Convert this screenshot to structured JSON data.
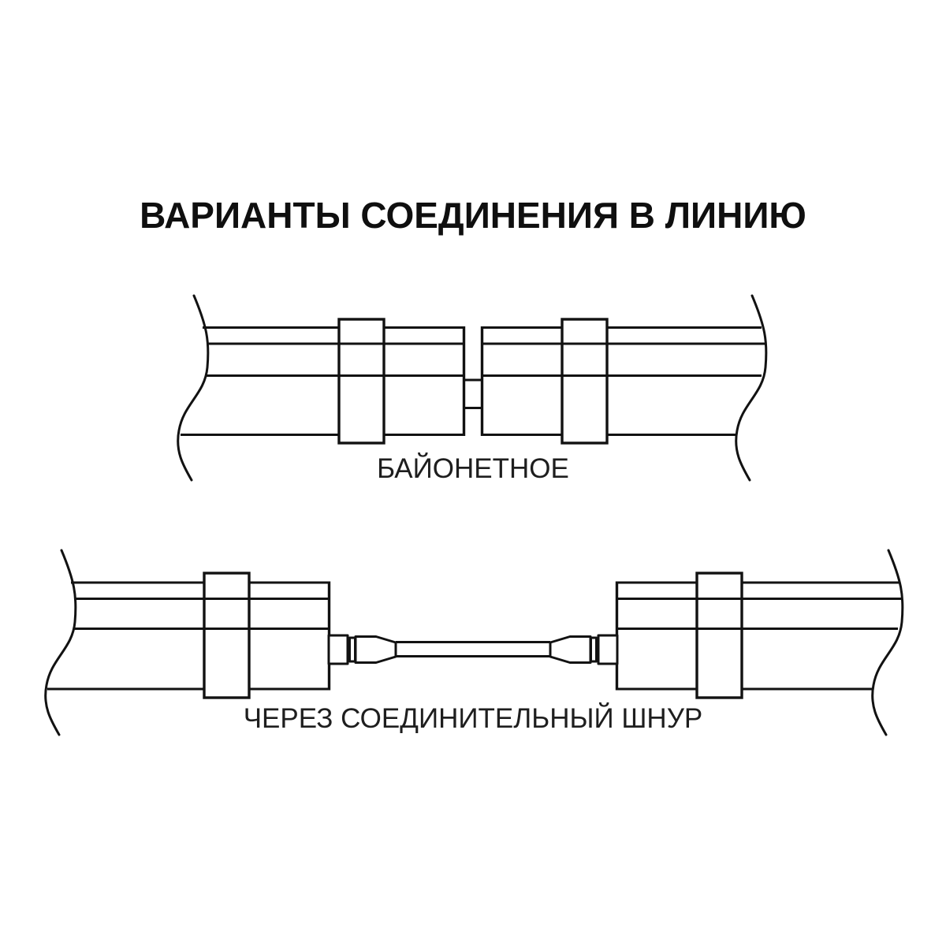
{
  "title": "ВАРИАНТЫ СОЕДИНЕНИЯ В ЛИНИЮ",
  "diagrams": [
    {
      "name": "bayonet-connection",
      "label": "БАЙОНЕТНОЕ"
    },
    {
      "name": "cord-connection",
      "label": "ЧЕРЕЗ СОЕДИНИТЕЛЬНЫЙ ШНУР"
    }
  ],
  "colors": {
    "background": "#ffffff",
    "line": "#121212",
    "title_text": "#0f0f0f",
    "label_text": "#1e1e1e"
  }
}
